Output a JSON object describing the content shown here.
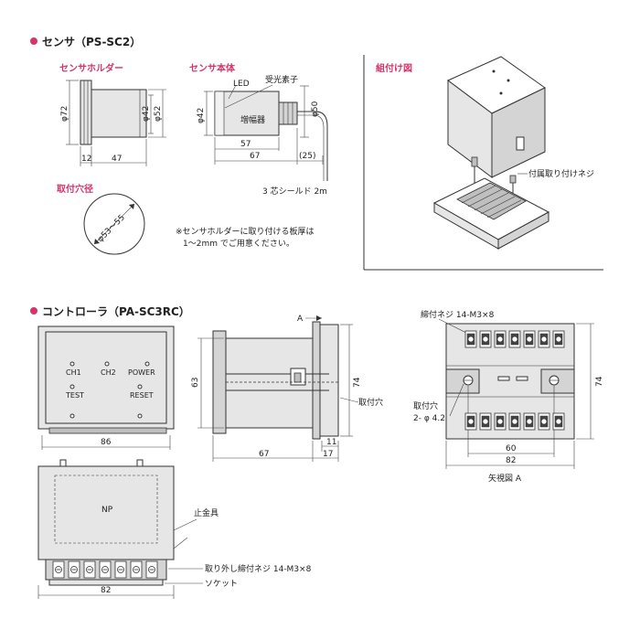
{
  "colors": {
    "accent": "#d6336c",
    "body_gray": "#e6e6e6",
    "dark_gray": "#bfbfbf"
  },
  "sensor": {
    "heading": "センサ（PS-SC2）",
    "holder_label": "センサホルダー",
    "body_label": "センサ本体",
    "hole_label": "取付穴径",
    "assembly_label": "組付け図",
    "holder_dims": {
      "d72": "φ72",
      "d42": "φ42",
      "d52": "φ52",
      "w12": "12",
      "w47": "47"
    },
    "body_dims": {
      "d42": "φ42",
      "d50": "φ50",
      "w57": "57",
      "w67": "67",
      "w25": "(25)"
    },
    "led": "LED",
    "receiver": "受光素子",
    "amplifier": "増幅器",
    "cable": "3 芯シールド 2m",
    "hole_dim": "φ53～55",
    "note_line1": "※センサホルダーに取り付ける板厚は",
    "note_line2": "1～2mm でご用意ください。",
    "screw_label": "付属取り付けネジ"
  },
  "controller": {
    "heading": "コントローラ（PA-SC3RC）",
    "leds": {
      "ch1": "CH1",
      "ch2": "CH2",
      "power": "POWER"
    },
    "buttons": {
      "test": "TEST",
      "reset": "RESET"
    },
    "np": "NP",
    "front_dims": {
      "w86": "86"
    },
    "side_dims": {
      "h63": "63",
      "h74": "74",
      "w67": "67",
      "w17": "17",
      "w11": "11",
      "a": "A"
    },
    "side_hole": "取付穴",
    "bottom_dims": {
      "w82": "82"
    },
    "bottom_labels": {
      "clamp": "止金具",
      "screw": "取り外し締付ネジ 14-M3×8",
      "socket": "ソケット"
    },
    "view_a": {
      "screw": "締付ネジ 14-M3×8",
      "hole_line1": "取付穴",
      "hole_line2": "2- φ 4.2",
      "h74": "74",
      "w60": "60",
      "w82": "82",
      "caption": "矢視図 A"
    }
  }
}
